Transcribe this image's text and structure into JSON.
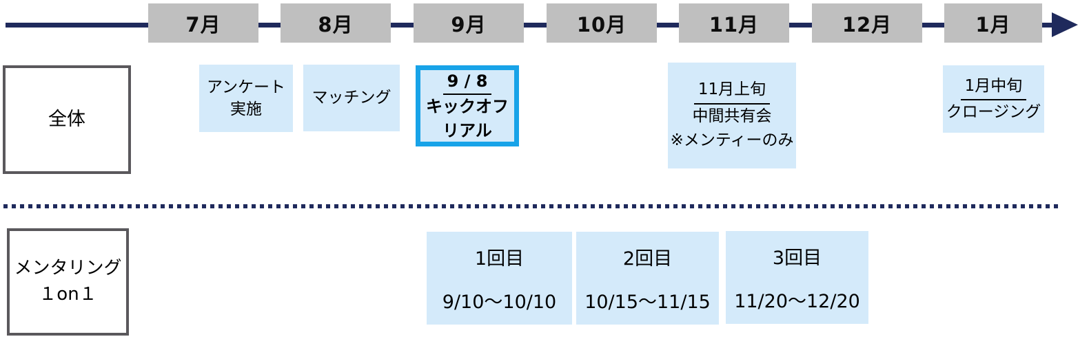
{
  "timeline": {
    "months": [
      "7月",
      "8月",
      "9月",
      "10月",
      "11月",
      "12月",
      "1月"
    ]
  },
  "rows": {
    "overall": {
      "label": "全体",
      "survey": {
        "line1": "アンケート",
        "line2": "実施"
      },
      "matching": {
        "label": "マッチング"
      },
      "kickoff": {
        "date": "9 / 8",
        "line1": "キックオフ",
        "line2": "リアル"
      },
      "midterm": {
        "date": "11月上旬",
        "line1": "中間共有会",
        "line2": "※メンティーのみ"
      },
      "closing": {
        "date": "1月中旬",
        "line1": "クロージング"
      }
    },
    "mentoring": {
      "label_line1": "メンタリング",
      "label_line2": "１on１",
      "sessions": [
        {
          "title": "1回目",
          "period": "9/10～10/10"
        },
        {
          "title": "2回目",
          "period": "10/15～11/15"
        },
        {
          "title": "3回目",
          "period": "11/20～12/20"
        }
      ]
    }
  },
  "colors": {
    "navy": "#1F2A5C",
    "month_gray": "#BFBFBF",
    "event_blue": "#D4EAFA",
    "highlight_border": "#18A3E8",
    "label_border": "#5A585C"
  }
}
